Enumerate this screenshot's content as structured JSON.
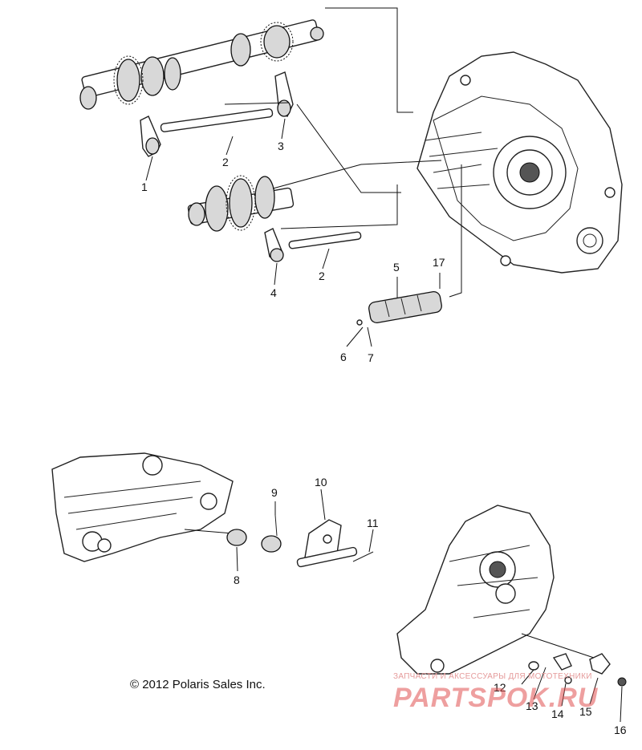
{
  "callouts": {
    "c1": "1",
    "c2a": "2",
    "c2b": "2",
    "c3": "3",
    "c4": "4",
    "c5": "5",
    "c6": "6",
    "c7": "7",
    "c8": "8",
    "c9": "9",
    "c10": "10",
    "c11": "11",
    "c12": "12",
    "c13": "13",
    "c14": "14",
    "c15": "15",
    "c16": "16",
    "c17": "17"
  },
  "copyright": "© 2012 Polaris Sales Inc.",
  "watermark": {
    "subtitle": "ЗАПЧАСТИ И АКСЕССУАРЫ ДЛЯ МОТОТЕХНИКИ",
    "brand": "PARTSPOK.RU"
  },
  "colors": {
    "line": "#222222",
    "watermark": "#e05050"
  }
}
